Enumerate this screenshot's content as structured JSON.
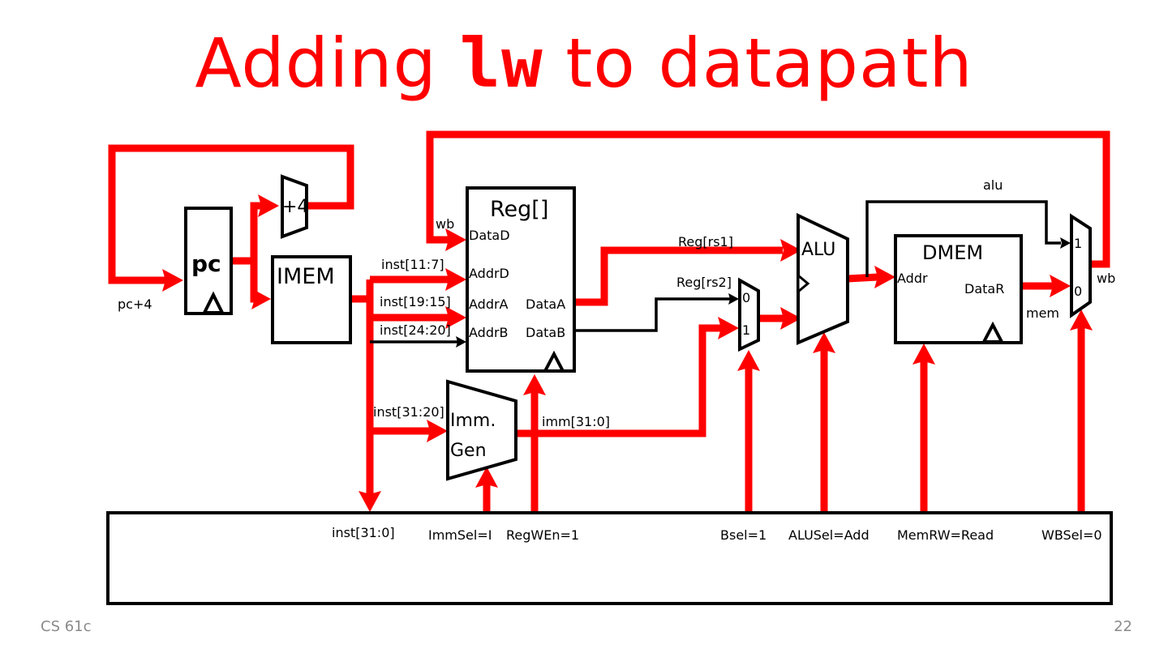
{
  "slide": {
    "title_parts": {
      "before": "Adding ",
      "code": "lw",
      "after": " to datapath"
    },
    "footer_left": "CS 61c",
    "page_number": "22",
    "colors": {
      "title": "#ff0000",
      "active_wire": "#ff0000",
      "inactive_wire": "#000000",
      "footer": "#8a8a8a"
    }
  },
  "blocks": {
    "pc": "pc",
    "adder": "+4",
    "imem": "IMEM",
    "regfile": {
      "title": "Reg[]",
      "ports": {
        "data_d": "DataD",
        "addr_d": "AddrD",
        "addr_a": "AddrA",
        "addr_b": "AddrB",
        "data_a": "DataA",
        "data_b": "DataB"
      }
    },
    "immgen": {
      "line1": "Imm.",
      "line2": "Gen"
    },
    "bmux": {
      "in0": "0",
      "in1": "1"
    },
    "alu": "ALU",
    "dmem": {
      "title": "DMEM",
      "addr": "Addr",
      "data_r": "DataR"
    },
    "wbmux": {
      "in1": "1",
      "in0": "0"
    }
  },
  "wire_labels": {
    "pc_plus_4": "pc+4",
    "wb_in": "wb",
    "inst_11_7": "inst[11:7]",
    "inst_19_15": "inst[19:15]",
    "inst_24_20": "inst[24:20]",
    "inst_31_20": "inst[31:20]",
    "imm": "imm[31:0]",
    "reg_rs1": "Reg[rs1]",
    "reg_rs2": "Reg[rs2]",
    "alu": "alu",
    "mem": "mem",
    "wb_out": "wb",
    "inst_31_0": "inst[31:0]"
  },
  "control": {
    "signals": [
      {
        "name": "ImmSel",
        "value": "I",
        "label": "ImmSel=I"
      },
      {
        "name": "RegWEn",
        "value": "1",
        "label": "RegWEn=1"
      },
      {
        "name": "Bsel",
        "value": "1",
        "label": "Bsel=1"
      },
      {
        "name": "ALUSel",
        "value": "Add",
        "label": "ALUSel=Add"
      },
      {
        "name": "MemRW",
        "value": "Read",
        "label": "MemRW=Read"
      },
      {
        "name": "WBSel",
        "value": "0",
        "label": "WBSel=0"
      }
    ]
  }
}
